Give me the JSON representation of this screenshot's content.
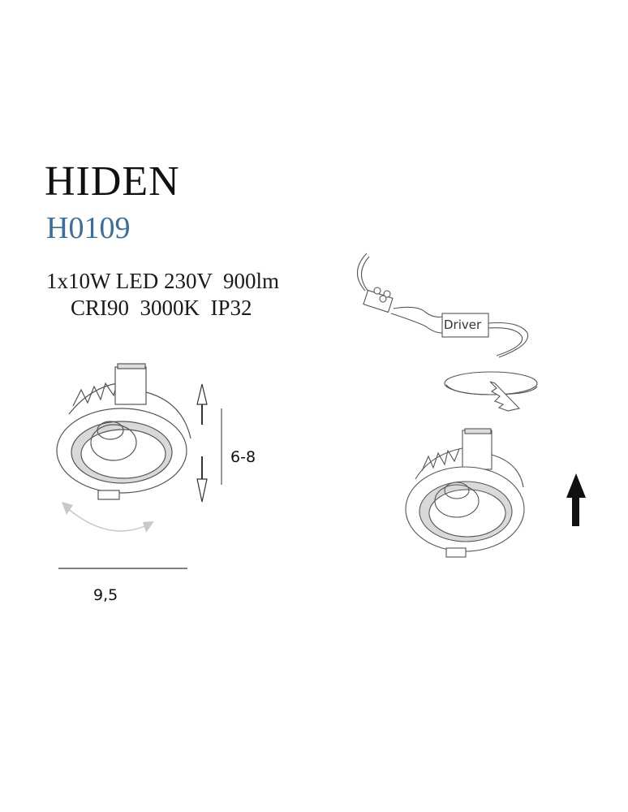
{
  "product": {
    "name": "HIDEN",
    "code": "H0109",
    "specs_line1": "1x10W LED 230V  900lm",
    "specs_line2": "CRI90  3000K  IP32"
  },
  "dimensions": {
    "height": "6-8",
    "width": "9,5"
  },
  "installation": {
    "driver_label": "Driver"
  },
  "colors": {
    "title": "#111111",
    "code": "#3c6e9c",
    "drawing": "#444444",
    "rotation_arrow": "#c8c8c8"
  }
}
